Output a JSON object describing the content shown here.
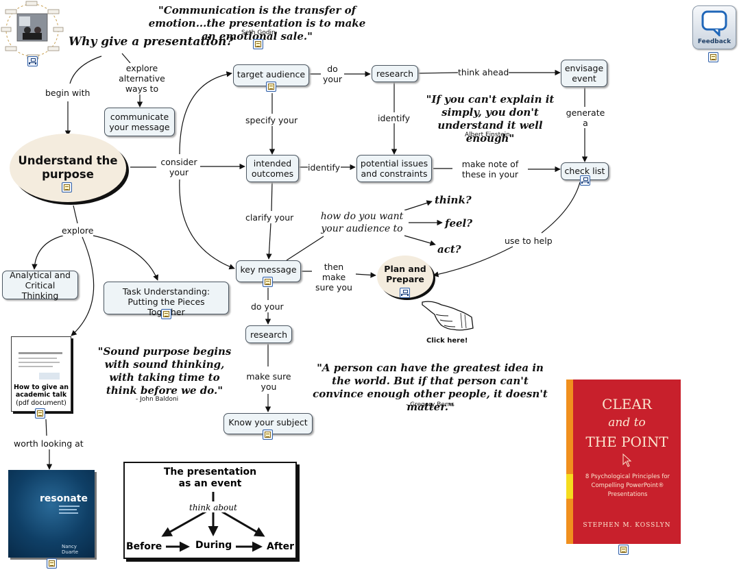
{
  "main_node": "Understand the purpose",
  "plan_node": "Plan and Prepare",
  "click_here": "Click here!",
  "nodes": {
    "target_audience": "target audience",
    "research1": "research",
    "envisage": "envisage event",
    "intended": "intended outcomes",
    "potential": "potential issues and constraints",
    "checklist": "check list",
    "key_message": "key message",
    "research2": "research",
    "know_subject": "Know your subject",
    "communicate": "communicate your message",
    "analytical": "Analytical and Critical Thinking",
    "task": "Task Understanding: Putting the Pieces Together"
  },
  "labels": {
    "why": "Why give a presentation?",
    "explore_alt": "explore alternative ways to",
    "begin_with": "begin with",
    "do_your1": "do your",
    "think_ahead": "think ahead",
    "specify_your": "specify your",
    "identify1": "identify",
    "generate_a": "generate a",
    "consider_your": "consider your",
    "identify2": "identify",
    "make_note": "make note of these in your",
    "clarify_your": "clarify your",
    "how_do_you": "how do you want your audience to",
    "think": "think?",
    "feel": "feel?",
    "act": "act?",
    "use_to_help": "use to help",
    "explore": "explore",
    "then_make_sure": "then make sure you",
    "do_your2": "do your",
    "make_sure_you": "make sure you",
    "worth_looking": "worth looking at"
  },
  "quotes": {
    "godin": "\"Communication is the transfer of emotion...the presentation is to make an emotional sale.\"",
    "godin_attr": "Seth Godin",
    "einstein": "\"If you can't explain it simply, you don't understand it well enough\"",
    "einstein_attr": "Albert Einstein",
    "baldoni": "\"Sound purpose begins with sound thinking, with taking time to think before we do.\"",
    "baldoni_attr": "- John Baldoni",
    "berns": "\"A person can have the greatest idea in the world. But if that person can't convince enough other people, it doesn't matter.\"",
    "berns_attr": "- Gregory Berns"
  },
  "pdf_doc": {
    "title": "How to give an academic talk",
    "subtitle": "(pdf document)"
  },
  "resonate": {
    "title": "resonate",
    "author": "Nancy Duarte"
  },
  "event_box": {
    "title": "The presentation as an event",
    "think_about": "think about",
    "before": "Before",
    "during": "During",
    "after": "After"
  },
  "book": {
    "line1": "CLEAR",
    "line2": "and to",
    "line3": "THE POINT",
    "subtitle": "8 Psychological Principles for Compelling PowerPoint® Presentations",
    "author": "STEPHEN M. KOSSLYN"
  },
  "feedback_label": "Feedback",
  "colors": {
    "node_fill": "#eef4f7",
    "main_fill": "#f4ecde",
    "book_red": "#c8202c",
    "book_orange": "#f0901e",
    "resonate_blue": "#0b3556"
  }
}
